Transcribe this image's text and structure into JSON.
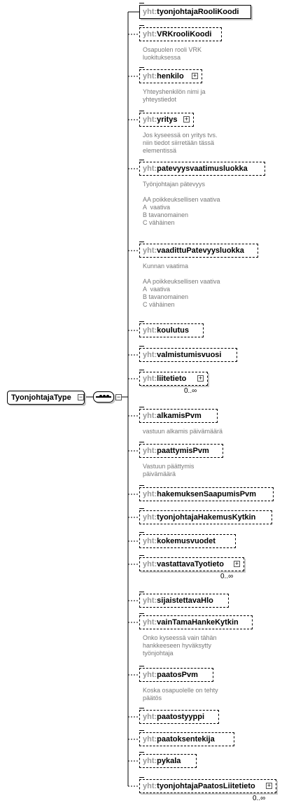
{
  "root": {
    "name": "TyonjohtajaType"
  },
  "elements": [
    {
      "prefix": "yht:",
      "name": "tyonjohtajaRooliKoodi",
      "optional": false,
      "expandable": false,
      "annotation": "",
      "cardinality": ""
    },
    {
      "prefix": "yht:",
      "name": "VRKrooliKoodi",
      "optional": true,
      "expandable": false,
      "annotation": "Osapuolen rooli VRK\nluokituksessa",
      "cardinality": ""
    },
    {
      "prefix": "yht:",
      "name": "henkilo",
      "optional": true,
      "expandable": true,
      "annotation": "Yhteyshenkilön nimi ja\nyhteystiedot",
      "cardinality": ""
    },
    {
      "prefix": "yht:",
      "name": "yritys",
      "optional": true,
      "expandable": true,
      "annotation": "Jos kyseessä on yritys tvs.\nniin tiedot siirretään tässä\nelementissä",
      "cardinality": ""
    },
    {
      "prefix": "yht:",
      "name": "patevyysvaatimusluokka",
      "optional": true,
      "expandable": false,
      "annotation": "Työnjohtajan pätevyys\n\nAA poikkeuksellisen vaativa\nA  vaativa\nB tavanomainen\nC vähäinen",
      "cardinality": ""
    },
    {
      "prefix": "yht:",
      "name": "vaadittuPatevyysluokka",
      "optional": true,
      "expandable": false,
      "annotation": "Kunnan vaatima\n\nAA poikkeuksellisen vaativa\nA  vaativa\nB tavanomainen\nC vähäinen",
      "cardinality": ""
    },
    {
      "prefix": "yht:",
      "name": "koulutus",
      "optional": true,
      "expandable": false,
      "annotation": "",
      "cardinality": ""
    },
    {
      "prefix": "yht:",
      "name": "valmistumisvuosi",
      "optional": true,
      "expandable": false,
      "annotation": "",
      "cardinality": ""
    },
    {
      "prefix": "yht:",
      "name": "liitetieto",
      "optional": true,
      "expandable": true,
      "annotation": "",
      "cardinality": "0..∞"
    },
    {
      "prefix": "yht:",
      "name": "alkamisPvm",
      "optional": true,
      "expandable": false,
      "annotation": "vastuun alkamis päivämäärä",
      "cardinality": ""
    },
    {
      "prefix": "yht:",
      "name": "paattymisPvm",
      "optional": true,
      "expandable": false,
      "annotation": "Vastuun päättymis\npäivämäärä",
      "cardinality": ""
    },
    {
      "prefix": "yht:",
      "name": "hakemuksenSaapumisPvm",
      "optional": true,
      "expandable": false,
      "annotation": "",
      "cardinality": ""
    },
    {
      "prefix": "yht:",
      "name": "tyonjohtajaHakemusKytkin",
      "optional": true,
      "expandable": false,
      "annotation": "",
      "cardinality": ""
    },
    {
      "prefix": "yht:",
      "name": "kokemusvuodet",
      "optional": true,
      "expandable": false,
      "annotation": "",
      "cardinality": ""
    },
    {
      "prefix": "yht:",
      "name": "vastattavaTyotieto",
      "optional": true,
      "expandable": true,
      "annotation": "",
      "cardinality": "0..∞"
    },
    {
      "prefix": "yht:",
      "name": "sijaistettavaHlo",
      "optional": true,
      "expandable": false,
      "annotation": "",
      "cardinality": ""
    },
    {
      "prefix": "yht:",
      "name": "vainTamaHankeKytkin",
      "optional": true,
      "expandable": false,
      "annotation": "Onko kyseessä vain tähän\nhankkeeseen hyväksytty\ntyönjohtaja",
      "cardinality": ""
    },
    {
      "prefix": "yht:",
      "name": "paatosPvm",
      "optional": true,
      "expandable": false,
      "annotation": "Koska osapuolelle on tehty\npäätös",
      "cardinality": ""
    },
    {
      "prefix": "yht:",
      "name": "paatostyyppi",
      "optional": true,
      "expandable": false,
      "annotation": "",
      "cardinality": ""
    },
    {
      "prefix": "yht:",
      "name": "paatoksentekija",
      "optional": true,
      "expandable": false,
      "annotation": "",
      "cardinality": ""
    },
    {
      "prefix": "yht:",
      "name": "pykala",
      "optional": true,
      "expandable": false,
      "annotation": "",
      "cardinality": ""
    },
    {
      "prefix": "yht:",
      "name": "tyonjohtajaPaatosLiitetieto",
      "optional": true,
      "expandable": true,
      "annotation": "",
      "cardinality": "0..∞"
    }
  ]
}
